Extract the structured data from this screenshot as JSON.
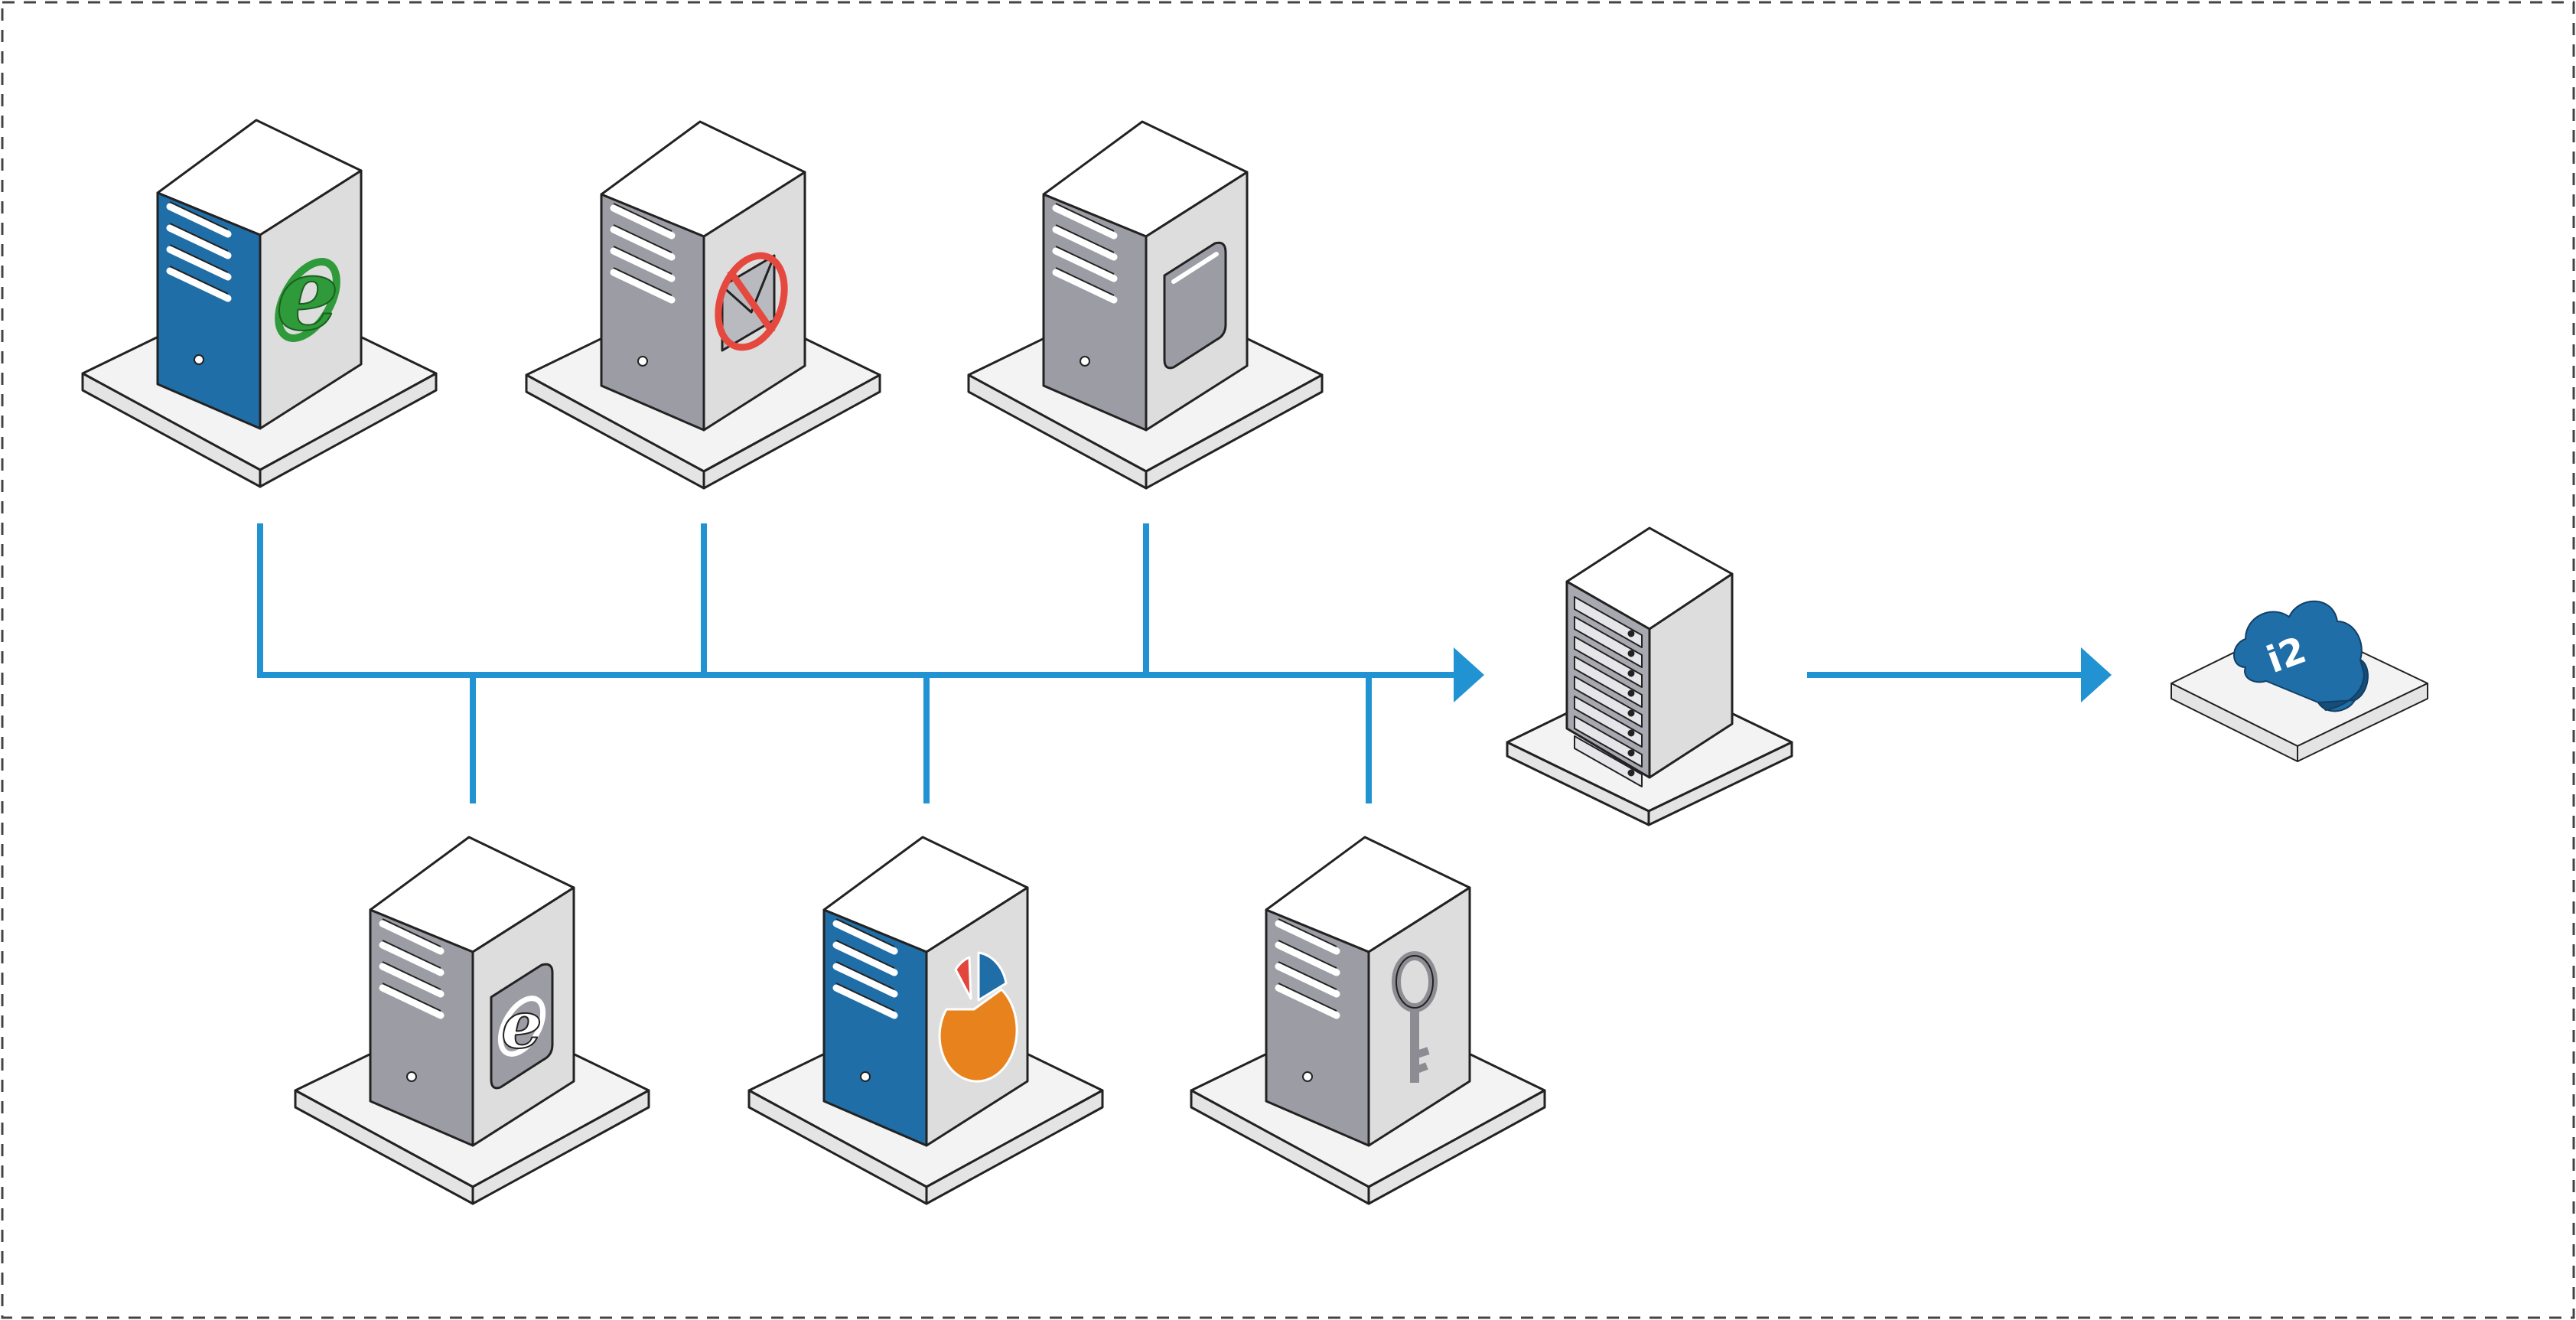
{
  "colors": {
    "connector": "#2193d3",
    "outline": "#222222",
    "base_top": "#f3f3f3",
    "base_side": "#e4e4e4",
    "tower_right": "#dddddd",
    "tower_top": "#ffffff",
    "front_blue": "#1f6ea7",
    "front_gray": "#9c9ca4",
    "ie_green": "#2f9a3a",
    "no_red": "#e5483e",
    "pie_orange": "#e8821c",
    "pie_red": "#e1453b",
    "pie_blue": "#1f6ea7",
    "key_gray": "#8c8c92",
    "cloud_blue": "#1f6ea7",
    "frame_dash": "#444444"
  },
  "nodes": [
    {
      "id": "web-server",
      "icon": "internet-explorer-icon",
      "front": "front_blue"
    },
    {
      "id": "mail-server",
      "icon": "blocked-mail-icon",
      "front": "front_gray"
    },
    {
      "id": "blank-server",
      "icon": "blank-panel-icon",
      "front": "front_gray"
    },
    {
      "id": "browser-server",
      "icon": "browser-badge-icon",
      "front": "front_gray"
    },
    {
      "id": "analytics-server",
      "icon": "pie-chart-icon",
      "front": "front_blue"
    },
    {
      "id": "security-server",
      "icon": "key-icon",
      "front": "front_gray"
    },
    {
      "id": "rack-server",
      "icon": "rack-server-icon",
      "front": "front_gray"
    },
    {
      "id": "cloud-service",
      "icon": "cloud-icon",
      "front": "cloud_blue"
    }
  ],
  "cloud": {
    "label": "i2"
  }
}
